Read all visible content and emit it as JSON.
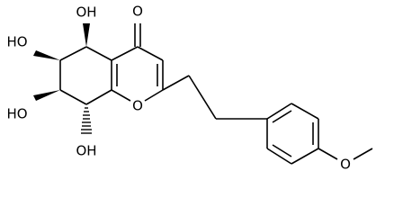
{
  "molecule": {
    "atoms": {
      "carbonyl_o": "O",
      "ring_o": "O",
      "methoxy_o": "O",
      "oh5": "OH",
      "oh6": "HO",
      "oh7": "HO",
      "oh8": "OH"
    },
    "colors": {
      "bond": "#000000",
      "background": "#ffffff"
    }
  }
}
